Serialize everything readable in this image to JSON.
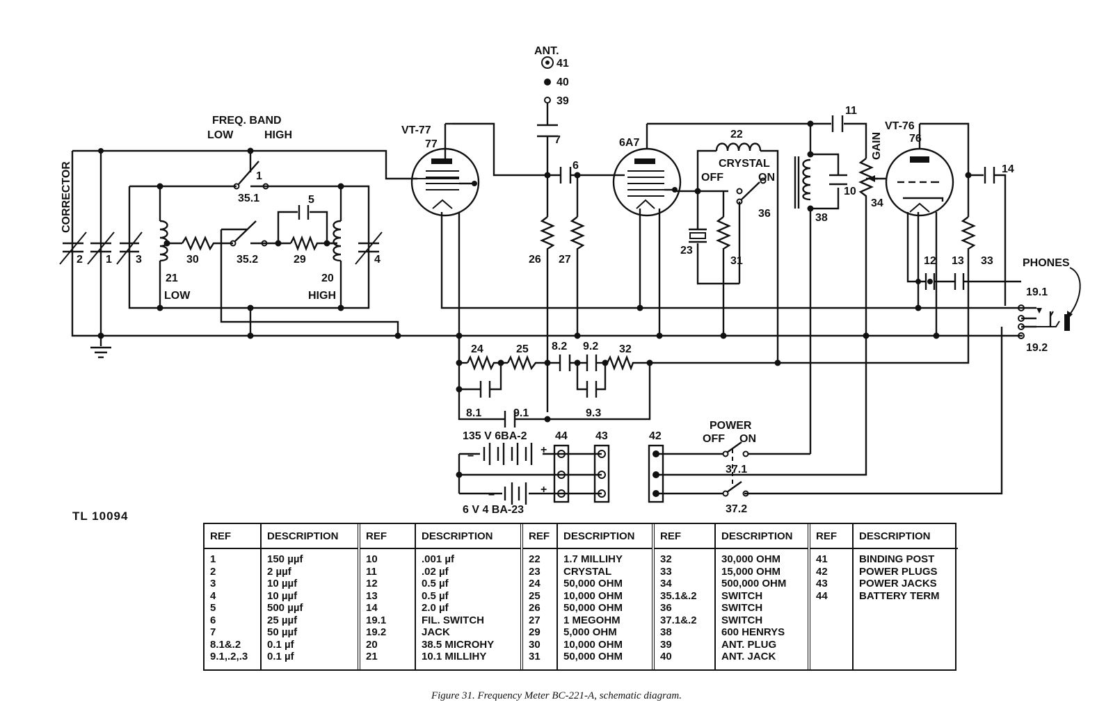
{
  "schematic": {
    "labels": {
      "ant": "ANT.",
      "t41": "41",
      "t40": "40",
      "t39": "39",
      "freq_band": "FREQ. BAND",
      "low": "LOW",
      "high": "HIGH",
      "corrector": "CORRECTOR",
      "c2": "2",
      "c1": "1",
      "c3": "3",
      "c4": "4",
      "l21": "21",
      "l20": "20",
      "r30": "30",
      "r29": "29",
      "c5": "5",
      "sw351": "35.1",
      "sw352": "35.2",
      "sw_1": "1",
      "low2": "LOW",
      "high2": "HIGH",
      "vt77": "VT-77",
      "t77": "77",
      "c7": "7",
      "c6": "6",
      "r26": "26",
      "r27": "27",
      "t6a7": "6A7",
      "l22": "22",
      "crystal": "CRYSTAL",
      "off1": "OFF",
      "on1": "ON",
      "sw36": "36",
      "x23": "23",
      "r31": "31",
      "c11": "11",
      "gain": "GAIN",
      "t38": "38",
      "c10": "10",
      "r34": "34",
      "vt76": "VT-76",
      "t76": "76",
      "c14": "14",
      "r33": "33",
      "c12": "12",
      "c13": "13",
      "phones": "PHONES",
      "j191": "19.1",
      "j192": "19.2",
      "r24": "24",
      "r25": "25",
      "c82": "8.2",
      "c92": "9.2",
      "r32": "32",
      "c81": "8.1",
      "c91": "9.1",
      "c93": "9.3",
      "bat135": "135 V  6BA-2",
      "t44": "44",
      "t43": "43",
      "t42": "42",
      "power": "POWER",
      "off2": "OFF",
      "on2": "ON",
      "sw371": "37.1",
      "sw372": "37.2",
      "bat6": "6 V   4 BA-23",
      "minus": "−",
      "plus": "+"
    }
  },
  "tl_number": "TL 10094",
  "table": {
    "header_ref": "REF",
    "header_desc": "DESCRIPTION",
    "columns": [
      {
        "refs": [
          "1",
          "2",
          "3",
          "4",
          "5",
          "6",
          "7",
          "8.1&.2",
          "9.1,.2,.3"
        ],
        "descs": [
          "150 µµf",
          "2 µµf",
          "10 µµf",
          "10 µµf",
          "500 µµf",
          "25 µµf",
          "50 µµf",
          "0.1 µf",
          "0.1 µf"
        ]
      },
      {
        "refs": [
          "10",
          "11",
          "12",
          "13",
          "14",
          "19.1",
          "19.2",
          "20",
          "21"
        ],
        "descs": [
          ".001 µf",
          ".02 µf",
          "0.5 µf",
          "0.5 µf",
          "2.0 µf",
          "FIL. SWITCH",
          "JACK",
          "38.5 MICROHY",
          "10.1 MILLIHY"
        ]
      },
      {
        "refs": [
          "22",
          "23",
          "24",
          "25",
          "26",
          "27",
          "29",
          "30",
          "31"
        ],
        "descs": [
          "1.7 MILLIHY",
          "CRYSTAL",
          "50,000 OHM",
          "10,000 OHM",
          "50,000 OHM",
          "1 MEGOHM",
          "5,000 OHM",
          "10,000 OHM",
          "50,000 OHM"
        ]
      },
      {
        "refs": [
          "32",
          "33",
          "34",
          "35.1&.2",
          "36",
          "37.1&.2",
          "38",
          "39",
          "40"
        ],
        "descs": [
          "30,000 OHM",
          "15,000 OHM",
          "500,000 OHM",
          "SWITCH",
          "SWITCH",
          "SWITCH",
          "600 HENRYS",
          "ANT. PLUG",
          "ANT. JACK"
        ]
      },
      {
        "refs": [
          "41",
          "42",
          "43",
          "44"
        ],
        "descs": [
          "BINDING POST",
          "POWER PLUGS",
          "POWER JACKS",
          "BATTERY TERM"
        ]
      }
    ]
  },
  "caption": "Figure 31.   Frequency Meter BC-221-A, schematic diagram."
}
